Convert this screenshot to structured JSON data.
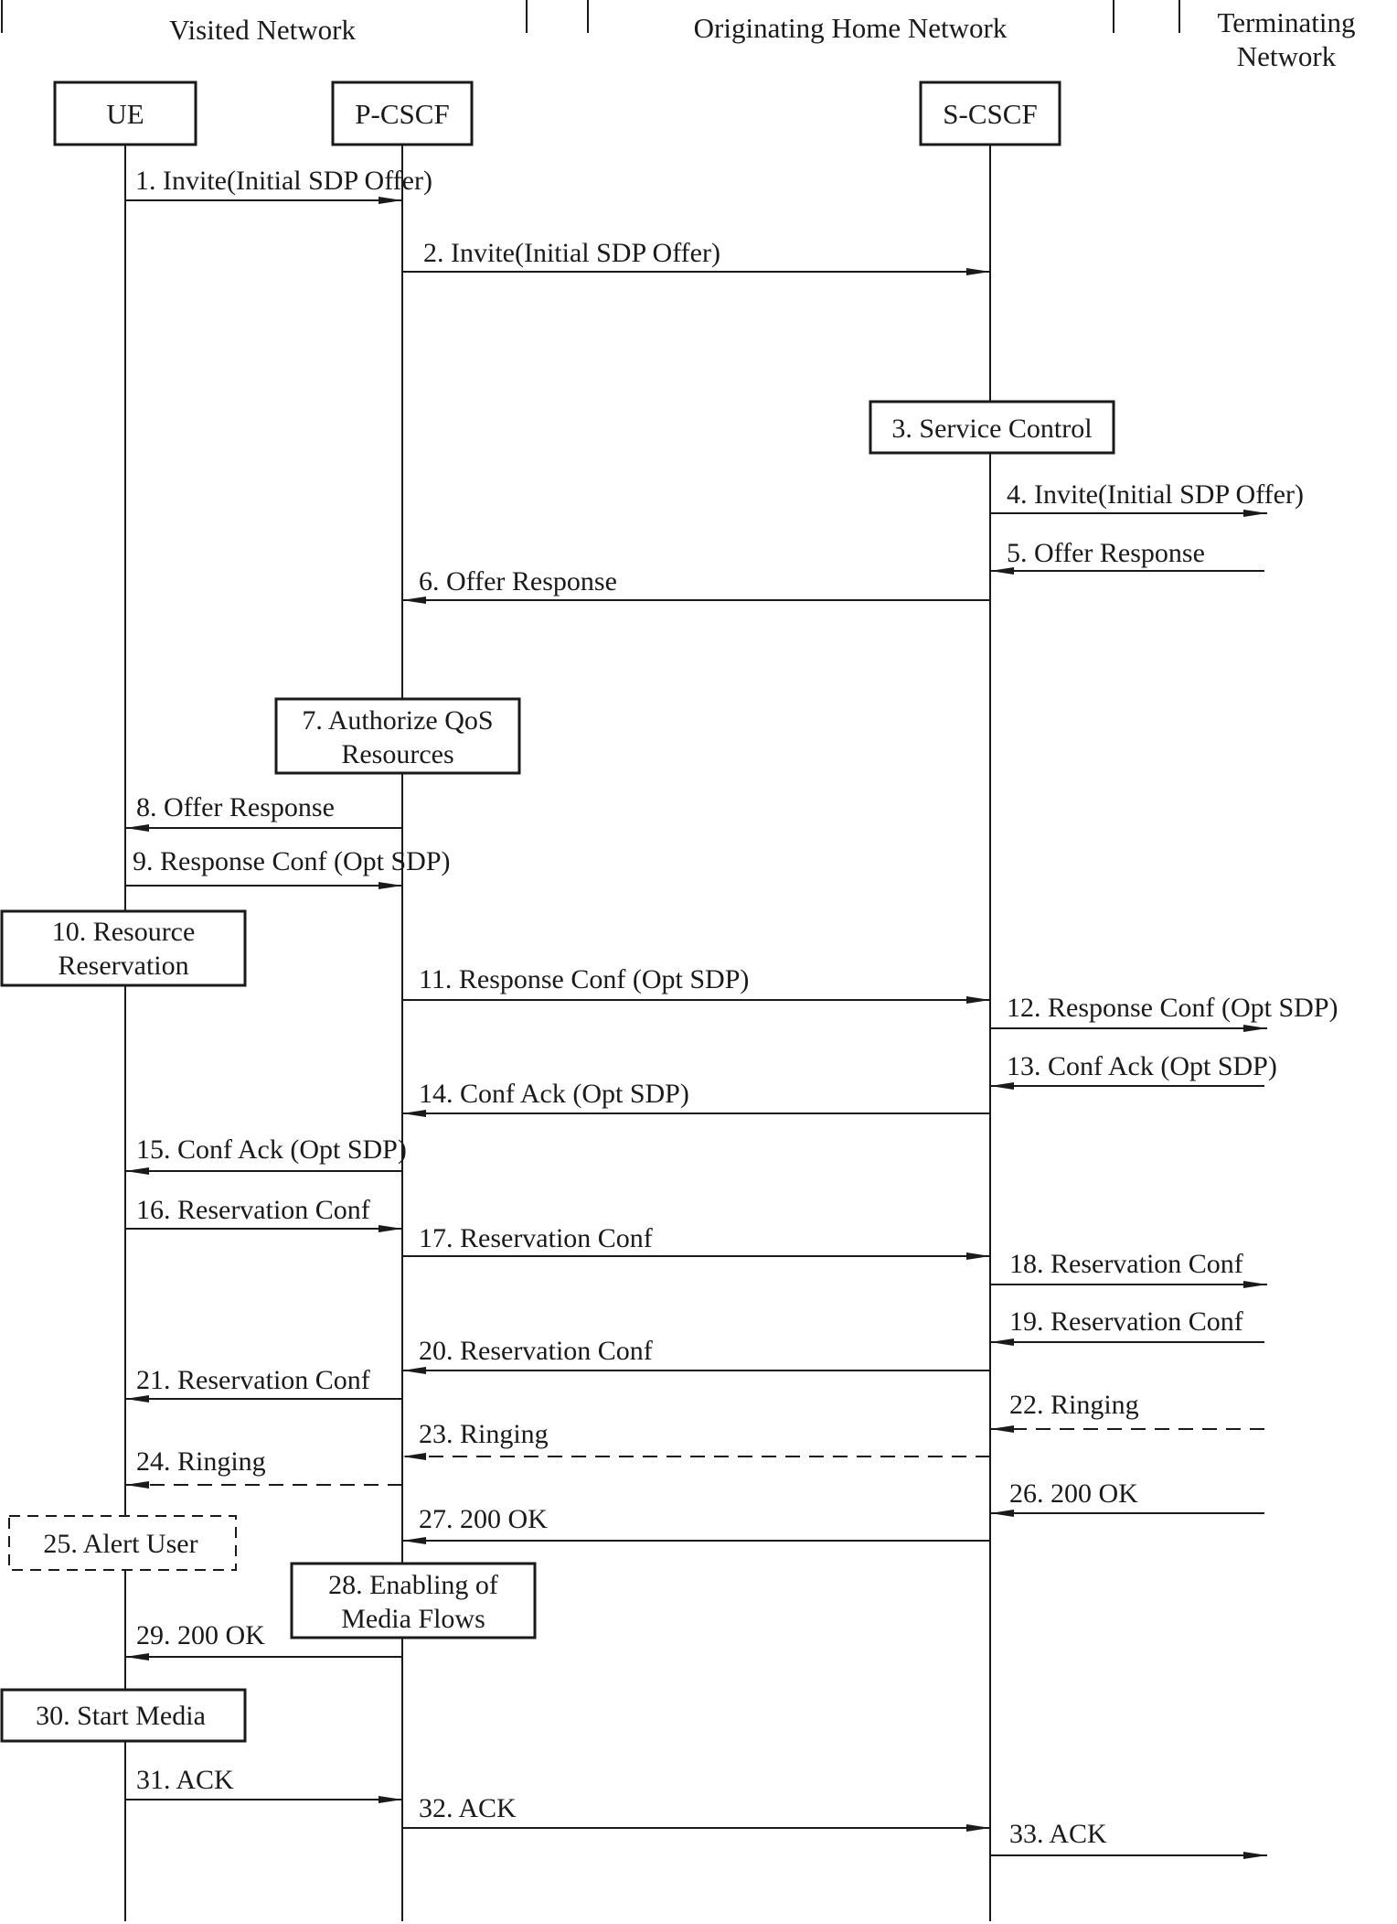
{
  "networks": [
    {
      "id": "visited",
      "label": "Visited Network"
    },
    {
      "id": "home",
      "label": "Originating Home Network"
    },
    {
      "id": "terminating",
      "label": "Terminating Network"
    }
  ],
  "entities": [
    {
      "id": "ue",
      "label": "UE"
    },
    {
      "id": "pcscf",
      "label": "P-CSCF"
    },
    {
      "id": "scscf",
      "label": "S-CSCF"
    }
  ],
  "messages": [
    {
      "label": "1. Invite(Initial SDP Offer)",
      "from": "ue",
      "to": "pcscf",
      "style": "solid"
    },
    {
      "label": "2. Invite(Initial SDP Offer)",
      "from": "pcscf",
      "to": "scscf",
      "style": "solid"
    },
    {
      "label": "4. Invite(Initial SDP Offer)",
      "from": "scscf",
      "to": "term",
      "style": "solid"
    },
    {
      "label": "5. Offer Response",
      "from": "term",
      "to": "scscf",
      "style": "solid"
    },
    {
      "label": "6. Offer Response",
      "from": "scscf",
      "to": "pcscf",
      "style": "solid"
    },
    {
      "label": "8. Offer Response",
      "from": "pcscf",
      "to": "ue",
      "style": "solid"
    },
    {
      "label": "9. Response Conf (Opt SDP)",
      "from": "ue",
      "to": "pcscf",
      "style": "solid"
    },
    {
      "label": "11. Response Conf (Opt SDP)",
      "from": "pcscf",
      "to": "scscf",
      "style": "solid"
    },
    {
      "label": "12. Response Conf (Opt SDP)",
      "from": "scscf",
      "to": "term",
      "style": "solid"
    },
    {
      "label": "13. Conf Ack (Opt SDP)",
      "from": "term",
      "to": "scscf",
      "style": "solid"
    },
    {
      "label": "14. Conf Ack (Opt SDP)",
      "from": "scscf",
      "to": "pcscf",
      "style": "solid"
    },
    {
      "label": "15. Conf Ack (Opt SDP)",
      "from": "pcscf",
      "to": "ue",
      "style": "solid"
    },
    {
      "label": "16. Reservation Conf",
      "from": "ue",
      "to": "pcscf",
      "style": "solid"
    },
    {
      "label": "17. Reservation Conf",
      "from": "pcscf",
      "to": "scscf",
      "style": "solid"
    },
    {
      "label": "18. Reservation Conf",
      "from": "scscf",
      "to": "term",
      "style": "solid"
    },
    {
      "label": "19. Reservation Conf",
      "from": "term",
      "to": "scscf",
      "style": "solid"
    },
    {
      "label": "20. Reservation Conf",
      "from": "scscf",
      "to": "pcscf",
      "style": "solid"
    },
    {
      "label": "21. Reservation Conf",
      "from": "pcscf",
      "to": "ue",
      "style": "solid"
    },
    {
      "label": "22. Ringing",
      "from": "term",
      "to": "scscf",
      "style": "dashed"
    },
    {
      "label": "23. Ringing",
      "from": "scscf",
      "to": "pcscf",
      "style": "dashed"
    },
    {
      "label": "24. Ringing",
      "from": "pcscf",
      "to": "ue",
      "style": "dashed"
    },
    {
      "label": "26. 200 OK",
      "from": "term",
      "to": "scscf",
      "style": "solid"
    },
    {
      "label": "27. 200 OK",
      "from": "scscf",
      "to": "pcscf",
      "style": "solid"
    },
    {
      "label": "29. 200 OK",
      "from": "pcscf",
      "to": "ue",
      "style": "solid"
    },
    {
      "label": "31. ACK",
      "from": "ue",
      "to": "pcscf",
      "style": "solid"
    },
    {
      "label": "32. ACK",
      "from": "pcscf",
      "to": "scscf",
      "style": "solid"
    },
    {
      "label": "33. ACK",
      "from": "scscf",
      "to": "term",
      "style": "solid"
    }
  ],
  "actions": [
    {
      "lines": [
        "3. Service Control"
      ],
      "style": "solid"
    },
    {
      "lines": [
        "7. Authorize QoS",
        "Resources"
      ],
      "style": "solid"
    },
    {
      "lines": [
        "10. Resource",
        "Reservation"
      ],
      "style": "solid"
    },
    {
      "lines": [
        "25. Alert User"
      ],
      "style": "dashed"
    },
    {
      "lines": [
        "28. Enabling of",
        "Media Flows"
      ],
      "style": "solid"
    },
    {
      "lines": [
        "30. Start Media"
      ],
      "style": "solid"
    }
  ]
}
